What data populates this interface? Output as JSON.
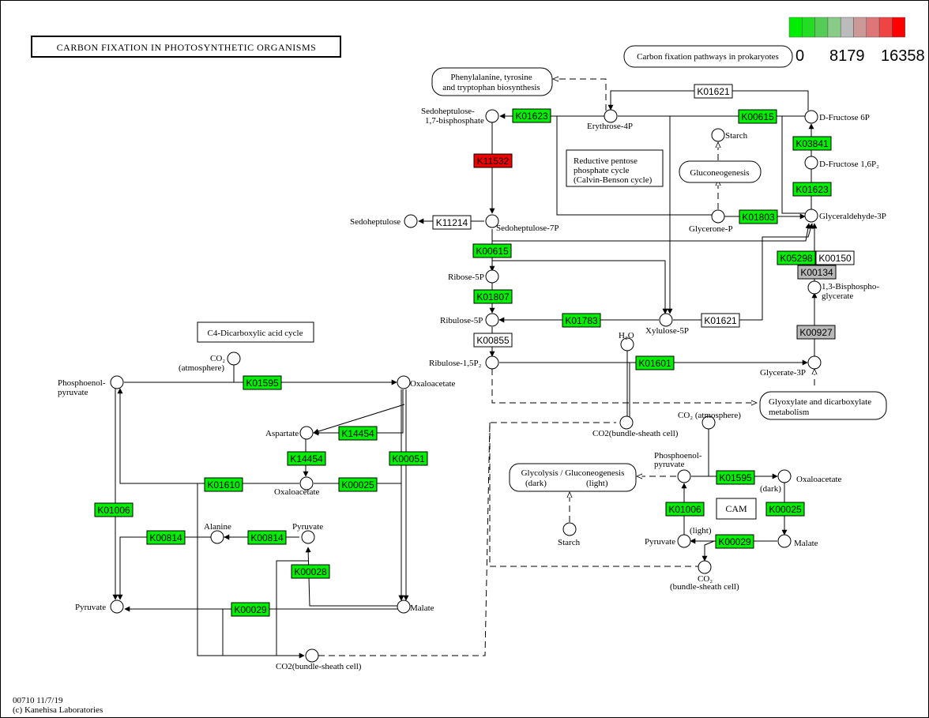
{
  "title": "CARBON FIXATION IN PHOTOSYNTHETIC ORGANISMS",
  "legend": {
    "low": "0",
    "mid": "8179",
    "high": "16358",
    "colors": [
      "#00ee00",
      "#22dd22",
      "#55cc55",
      "#88cc88",
      "#bbbbbb",
      "#cc9999",
      "#dd7777",
      "#ee4444",
      "#ff0000"
    ]
  },
  "colors": {
    "green": "#00ee00",
    "red": "#ee0000",
    "gray": "#b8b8b8",
    "white": "#ffffff"
  },
  "footer": {
    "id_date": "00710 11/7/19",
    "copyright": "(c) Kanehisa Laboratories"
  },
  "maps": {
    "prokaryotes": "Carbon fixation pathways in prokaryotes",
    "phe1": "Phenylalanine, tyrosine",
    "phe2": "and tryptophan biosynthesis",
    "gluconeo": "Gluconeogenesis",
    "glyox1": "Glyoxylate and dicarboxylate",
    "glyox2": "metabolism",
    "glycolysis1": "Glycolysis / Gluconeogenesis",
    "glycolysis_dark": "(dark)",
    "glycolysis_light": "(light)"
  },
  "labels": {
    "calvin1": "Reductive pentose",
    "calvin2": "phosphate cycle",
    "calvin3": "(Calvin-Benson cycle)",
    "c4": "C4-Dicarboxylic acid cycle",
    "cam": "CAM"
  },
  "compounds": {
    "sedo17bp1": "Sedoheptulose-",
    "sedo17bp2": "1,7-bisphosphate",
    "e4p": "Erythrose-4P",
    "f6p": "D-Fructose 6P",
    "f16p": "D-Fructose 1,6P₂",
    "starch_top": "Starch",
    "sedoheptulose": "Sedoheptulose",
    "sedo7p": "Sedoheptulose-7P",
    "glycerone": "Glycerone-P",
    "ga3p": "Glyceraldehyde-3P",
    "r5p": "Ribose-5P",
    "ru5p": "Ribulose-5P",
    "x5p": "Xylulose-5P",
    "bpg1": "1,3-Bisphospho-",
    "bpg2": "glycerate",
    "h2o": "H₂O",
    "rubp": "Ribulose-1,5P₂",
    "g3p": "Glycerate-3P",
    "co2_atm1": "CO₂",
    "co2_atm2": "(atmosphere)",
    "pep1": "Phosphoenol-",
    "pep2": "pyruvate",
    "oaa": "Oxaloacetate",
    "co2_bs_mid": "CO2(bundle-sheath cell)",
    "co2_atm_cam": "CO₂ (atmosphere)",
    "aspartate": "Aspartate",
    "oaa2": "Oxaloacetate",
    "alanine": "Alanine",
    "pyruvate_mid": "Pyruvate",
    "pyruvate_left": "Pyruvate",
    "malate": "Malate",
    "co2_bs_bottom": "CO2(bundle-sheath cell)",
    "pep_cam1": "Phosphoenol-",
    "pep_cam2": "pyruvate",
    "oaa_cam": "Oxaloacetate",
    "dark": "(dark)",
    "light": "(light)",
    "pyruvate_cam": "Pyruvate",
    "malate_cam": "Malate",
    "co2_cam1": "CO₂",
    "co2_cam2": "(bundle-sheath cell)",
    "starch_bottom": "Starch"
  },
  "enzymes": [
    {
      "id": "K01623",
      "color": "green"
    },
    {
      "id": "K01621",
      "color": "white"
    },
    {
      "id": "K00615",
      "color": "green"
    },
    {
      "id": "K11532",
      "color": "red"
    },
    {
      "id": "K03841",
      "color": "green"
    },
    {
      "id": "K01623",
      "color": "green"
    },
    {
      "id": "K11214",
      "color": "white"
    },
    {
      "id": "K01803",
      "color": "green"
    },
    {
      "id": "K00615",
      "color": "green"
    },
    {
      "id": "K05298",
      "color": "green"
    },
    {
      "id": "K00150",
      "color": "white"
    },
    {
      "id": "K00134",
      "color": "gray"
    },
    {
      "id": "K01807",
      "color": "green"
    },
    {
      "id": "K01783",
      "color": "green"
    },
    {
      "id": "K01621",
      "color": "white"
    },
    {
      "id": "K00927",
      "color": "gray"
    },
    {
      "id": "K00855",
      "color": "white"
    },
    {
      "id": "K01601",
      "color": "green"
    },
    {
      "id": "K01595",
      "color": "green"
    },
    {
      "id": "K14454",
      "color": "green"
    },
    {
      "id": "K14454",
      "color": "green"
    },
    {
      "id": "K00051",
      "color": "green"
    },
    {
      "id": "K01610",
      "color": "green"
    },
    {
      "id": "K00025",
      "color": "green"
    },
    {
      "id": "K01006",
      "color": "green"
    },
    {
      "id": "K00814",
      "color": "green"
    },
    {
      "id": "K00814",
      "color": "green"
    },
    {
      "id": "K00028",
      "color": "green"
    },
    {
      "id": "K00029",
      "color": "green"
    },
    {
      "id": "K01595",
      "color": "green"
    },
    {
      "id": "K01006",
      "color": "green"
    },
    {
      "id": "K00025",
      "color": "green"
    },
    {
      "id": "K00029",
      "color": "green"
    }
  ]
}
